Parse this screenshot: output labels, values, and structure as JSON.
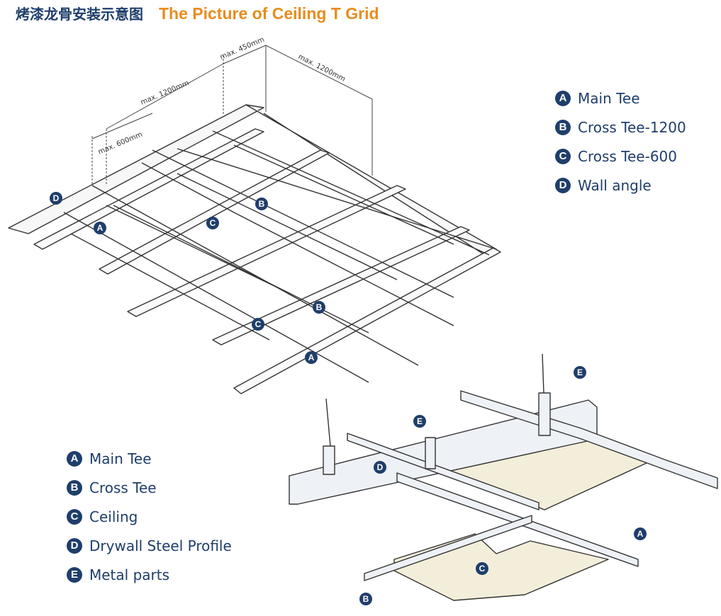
{
  "title": {
    "chinese": "烤漆龙骨安装示意图",
    "english": "The Picture of Ceiling T Grid"
  },
  "colors": {
    "brand_navy": "#1f3e6b",
    "title_orange": "#e88c1e",
    "panel_cream": "#f3eed9"
  },
  "dimensions": {
    "left": "max. 600mm",
    "middle": "max. 1200mm",
    "top": "max. 450mm",
    "right": "max. 1200mm"
  },
  "legend_top": [
    {
      "letter": "A",
      "label": "Main Tee"
    },
    {
      "letter": "B",
      "label": "Cross Tee-1200"
    },
    {
      "letter": "C",
      "label": "Cross Tee-600"
    },
    {
      "letter": "D",
      "label": "Wall angle"
    }
  ],
  "legend_bottom": [
    {
      "letter": "A",
      "label": "Main Tee"
    },
    {
      "letter": "B",
      "label": "Cross Tee"
    },
    {
      "letter": "C",
      "label": "Ceiling"
    },
    {
      "letter": "D",
      "label": "Drywall Steel Profile"
    },
    {
      "letter": "E",
      "label": "Metal parts"
    }
  ],
  "markers_grid": [
    "D",
    "A",
    "B",
    "C",
    "B",
    "C",
    "A"
  ],
  "markers_detail": [
    "E",
    "E",
    "D",
    "A",
    "C",
    "B"
  ]
}
